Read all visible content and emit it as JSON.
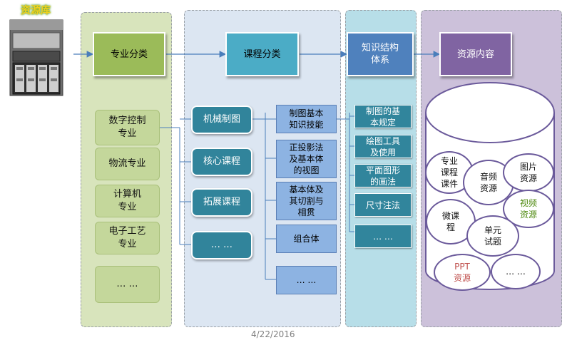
{
  "server": {
    "label": "资源库"
  },
  "headers": {
    "major": "专业分类",
    "course": "课程分类",
    "knowledge": "知识结构\n体系",
    "resource": "资源内容"
  },
  "majors": [
    "数字控制\n专业",
    "物流专业",
    "计算机\n专业",
    "电子工艺\n专业",
    "… …"
  ],
  "courses": [
    "机械制图",
    "核心课程",
    "拓展课程",
    "… …"
  ],
  "topics": [
    "制图基本\n知识技能",
    "正投影法\n及基本体\n的视图",
    "基本体及\n其切割与\n相贯",
    "组合体",
    "… …"
  ],
  "knowledge_items": [
    "制图的基\n本规定",
    "绘图工具\n及使用",
    "平面图形\n的画法",
    "尺寸注法",
    "… …"
  ],
  "resources": {
    "courseware": "专业\n课程\n课件",
    "audio": "音频\n资源",
    "image": "图片\n资源",
    "video": "视频\n资源",
    "micro": "微课\n程",
    "test": "单元\n试题",
    "ppt": "PPT\n资源",
    "more": "… …"
  },
  "colors": {
    "green_panel": "#d8e4bc",
    "blue_panel": "#dce6f2",
    "cyan_panel": "#b7dee8",
    "purple_panel": "#ccc1da",
    "header_green": "#9bbb59",
    "header_teal": "#4bacc6",
    "header_blue": "#4f81bd",
    "header_purple": "#8064a2",
    "arrow": "#4a7ebb",
    "video_text": "#4f8a10",
    "ppt_text": "#c0504d"
  },
  "date": "4/22/2016"
}
